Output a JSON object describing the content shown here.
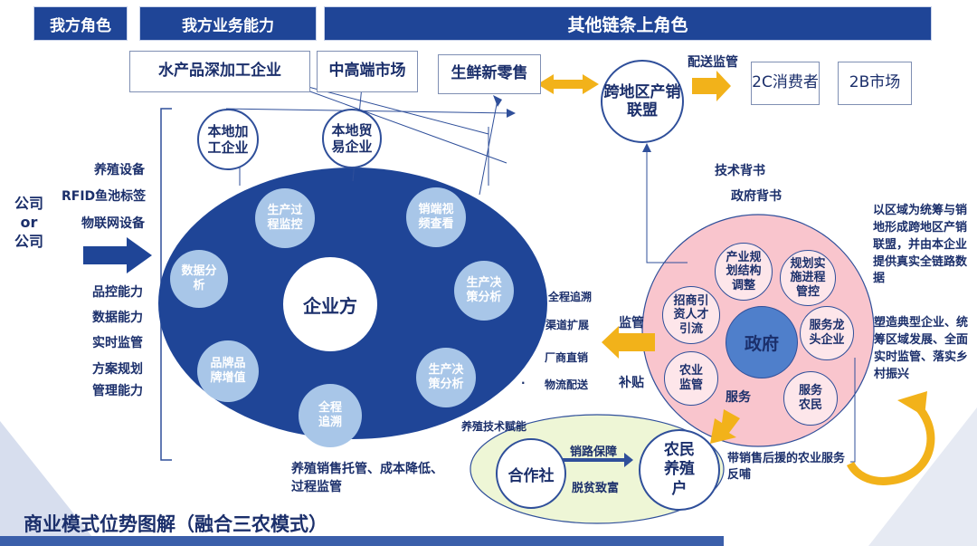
{
  "header": {
    "our_role": "我方角色",
    "our_capability": "我方业务能力",
    "other_roles": "其他链条上角色"
  },
  "top_boxes": {
    "processing": "水产品深加工企业",
    "high_end_market": "中高端市场",
    "fresh_retail": "生鲜新零售",
    "cross_region": "跨地区产销联盟",
    "distribution_label": "配送监管",
    "to_c": "2C消费者",
    "to_b": "2B市场"
  },
  "left": {
    "company_label": "公司\nor\n公司",
    "capabilities_top": [
      "养殖设备",
      "RFID鱼池标签",
      "物联网设备"
    ],
    "capabilities_bottom": [
      "品控能力",
      "数据能力",
      "实时监管",
      "方案规划",
      "管理能力"
    ]
  },
  "enterprise": {
    "center": "企业方",
    "local_processing": "本地加工企业",
    "local_trade": "本地贸易企业",
    "nodes": [
      "生产过程监控",
      "销端视频查看",
      "数据分析",
      "生产决策分析",
      "品牌品牌增值",
      "生产决策分析",
      "全程追溯"
    ]
  },
  "middle": {
    "services": [
      "全程追溯",
      "渠道扩展",
      "厂商直销",
      "物流配送"
    ],
    "supervise": "监管",
    "subsidy": "补贴",
    "tech_endorse": "技术背书",
    "gov_endorse": "政府背书",
    "breeding_tech": "养殖技术赋能",
    "bottom_note": "养殖销售托管、成本降低、过程监管"
  },
  "government": {
    "center": "政府",
    "nodes": [
      "产业规划结构调整",
      "规划实施进程管控",
      "招商引资人才引流",
      "服务龙头企业",
      "农业监管",
      "服务农民"
    ],
    "service": "服务"
  },
  "coop": {
    "coop": "合作社",
    "farmers": "农民养殖户",
    "label_top": "销路保障",
    "label_bottom": "脱贫致富"
  },
  "right_text": {
    "alliance_desc": "以区域为统筹与销地形成跨地区产销联盟，并由本企业提供真实全链路数据",
    "typical": "塑造典型企业、统筹区域发展、全面实时监管、落实乡村振兴",
    "aid": "带销售后援的农业服务反哺"
  },
  "footer": {
    "title": "商业模式位势图解（融合三农模式）"
  }
}
